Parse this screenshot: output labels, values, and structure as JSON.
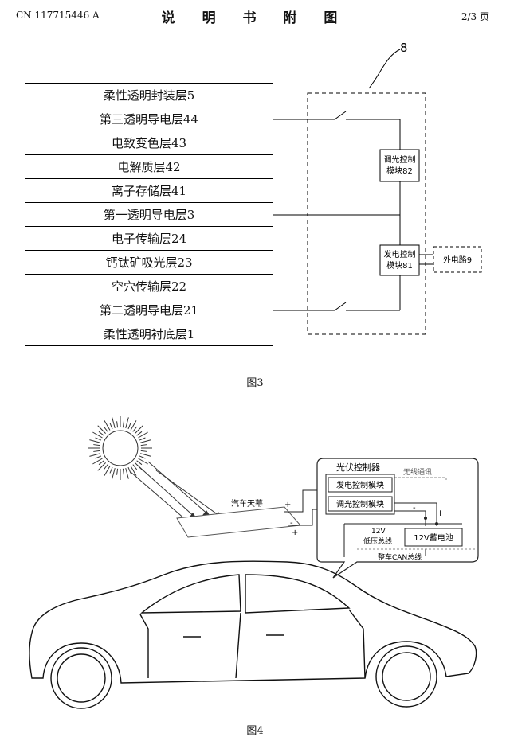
{
  "header": {
    "left": "CN 117715446 A",
    "title": "说 明 书 附 图",
    "right": "2/3 页"
  },
  "figure3": {
    "caption": "图3",
    "ref_label": "8",
    "layers": [
      "柔性透明封装层5",
      "第三透明导电层44",
      "电致变色层43",
      "电解质层42",
      "离子存储层41",
      "第一透明导电层3",
      "电子传输层24",
      "钙钛矿吸光层23",
      "空穴传输层22",
      "第二透明导电层21",
      "柔性透明衬底层1"
    ],
    "dimming_module": [
      "调光控制",
      "模块82"
    ],
    "generation_module": [
      "发电控制",
      "模块81"
    ],
    "external_circuit": "外电路9"
  },
  "figure4": {
    "caption": "图4",
    "sunroof_label": "汽车天幕",
    "controller_title": "光伏控制器",
    "wireless_label": "无线通讯",
    "generation_module": "发电控制模块",
    "dimming_module": "调光控制模块",
    "battery_label": "12V蓄电池",
    "bus_12v": "12V",
    "bus_low_voltage": "低压总线",
    "can_bus": "整车CAN总线",
    "plus": "+",
    "minus": "-"
  }
}
